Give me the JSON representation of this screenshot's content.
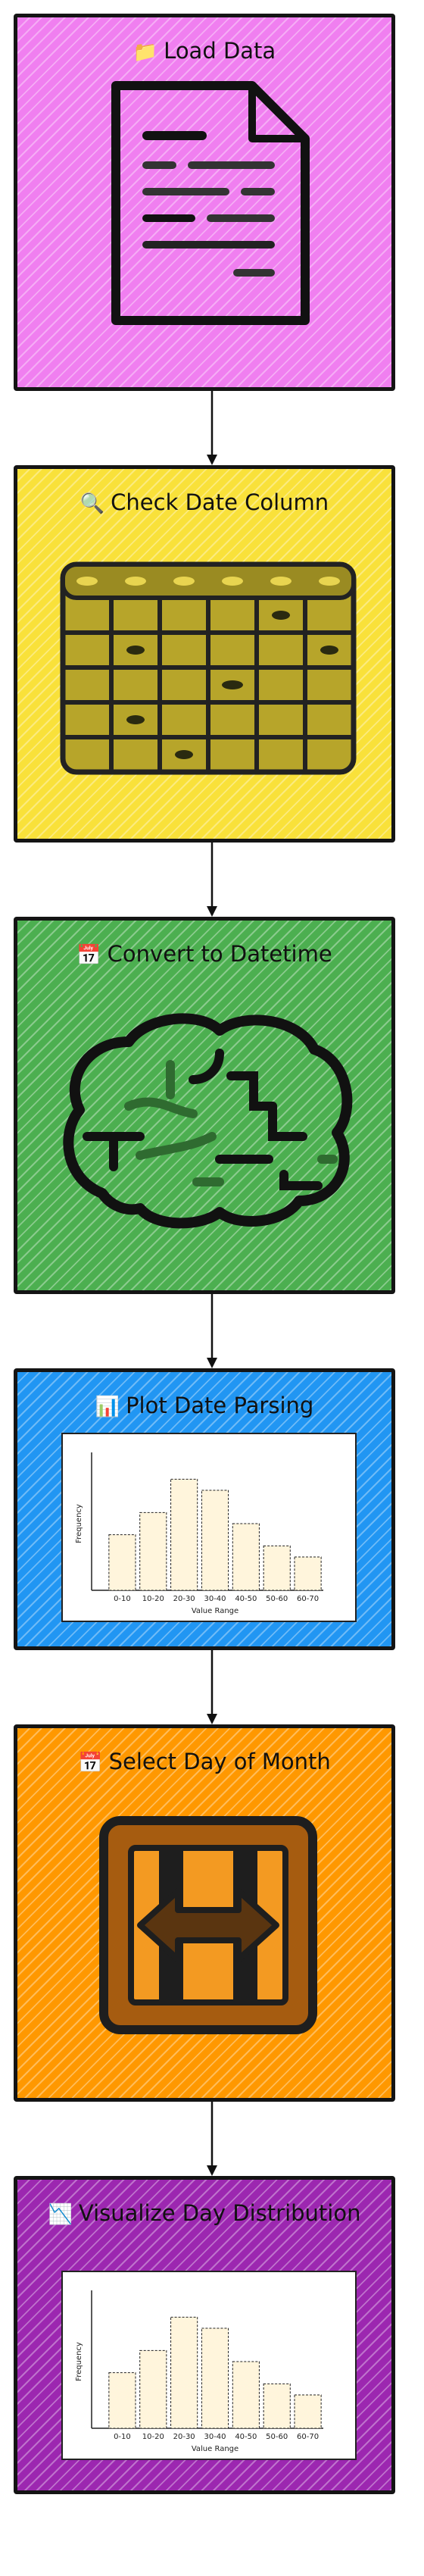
{
  "steps": [
    {
      "icon": "📁",
      "label": "Load Data",
      "color": "#f07ff0"
    },
    {
      "icon": "🔍",
      "label": "Check Date Column",
      "color": "#f9e13a"
    },
    {
      "icon": "📅",
      "label": "Convert to Datetime",
      "color": "#4caf50"
    },
    {
      "icon": "📊",
      "label": "Plot Date Parsing",
      "color": "#2196f3"
    },
    {
      "icon": "📅",
      "label": "Select Day of Month",
      "color": "#ff9800"
    },
    {
      "icon": "📉",
      "label": "Visualize Day Distribution",
      "color": "#9c27b0"
    }
  ],
  "chart_data": [
    {
      "type": "bar",
      "categories": [
        "0-10",
        "10-20",
        "20-30",
        "30-40",
        "40-50",
        "50-60",
        "60-70"
      ],
      "values": [
        5,
        7,
        10,
        9,
        6,
        4,
        3
      ],
      "xlabel": "Value Range",
      "ylabel": "Frequency",
      "ylim": [
        0,
        12
      ]
    },
    {
      "type": "bar",
      "categories": [
        "0-10",
        "10-20",
        "20-30",
        "30-40",
        "40-50",
        "50-60",
        "60-70"
      ],
      "values": [
        5,
        7,
        10,
        9,
        6,
        4,
        3
      ],
      "xlabel": "Value Range",
      "ylabel": "Frequency",
      "ylim": [
        0,
        12
      ]
    }
  ]
}
